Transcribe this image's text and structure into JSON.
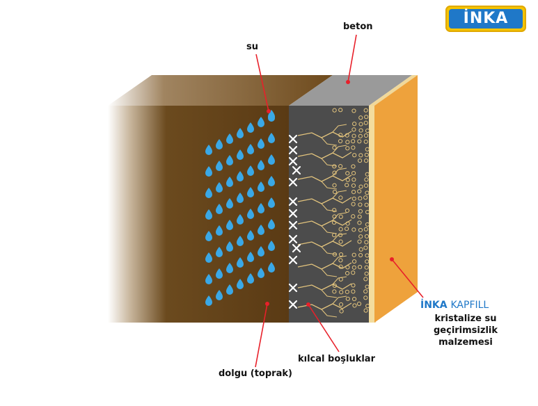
{
  "logo": {
    "text": "İNKA"
  },
  "labels": {
    "su": "su",
    "beton": "beton",
    "dolgu": "dolgu (toprak)",
    "kilcal": "kılcal boşluklar"
  },
  "product": {
    "brand": "İNKA",
    "name": "KAPFILL",
    "description_lines": [
      "kristalize su",
      "geçirimsizlik",
      "malzemesi"
    ]
  },
  "colors": {
    "soil": "#5a3a14",
    "concrete_dark": "#4c4c4c",
    "concrete_top": "#9a9a9a",
    "coating": "#eea23c",
    "water_drop": "#3aa8e6",
    "capillary": "#e3c47d",
    "pointer": "#e8202a",
    "brand_blue": "#1f78c8",
    "logo_yellow": "#f5c400"
  },
  "icons": {
    "drop": "water-drop-icon",
    "blocked": "x-mark-icon"
  }
}
